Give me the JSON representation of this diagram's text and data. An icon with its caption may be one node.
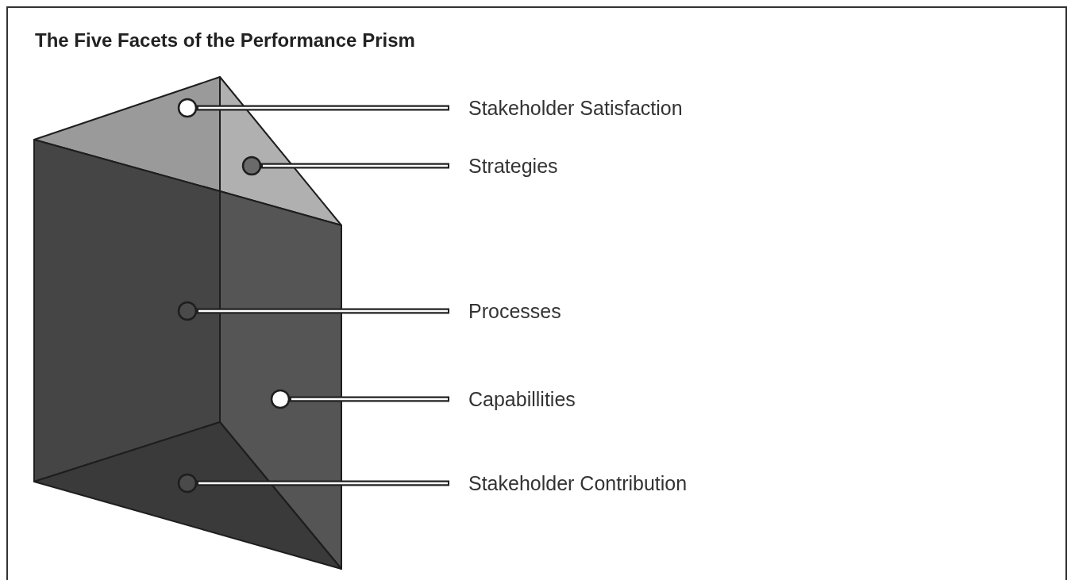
{
  "diagram": {
    "title": "The Five Facets of the Performance Prism",
    "nodes": [
      {
        "text": [
          "Stakeholder Satisfaction"
        ]
      },
      {
        "text": [
          "Strategies"
        ]
      },
      {
        "text": [
          "Processes"
        ]
      },
      {
        "text": [
          "Capabillities"
        ]
      },
      {
        "text": [
          "Stakeholder Contribution"
        ]
      }
    ],
    "edges": [
      {
        "from": 0,
        "to": null,
        "arrow": "other"
      },
      {
        "from": 1,
        "to": null,
        "arrow": "other"
      },
      {
        "from": 2,
        "to": null,
        "arrow": "other"
      },
      {
        "from": 3,
        "to": null,
        "arrow": "other"
      },
      {
        "from": 4,
        "to": null,
        "arrow": "other"
      }
    ]
  }
}
